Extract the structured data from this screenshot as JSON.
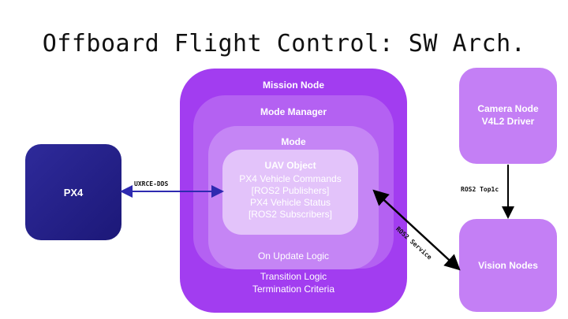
{
  "title": "Offboard Flight Control: SW Arch.",
  "nodes": {
    "px4": "PX4",
    "mission_node": "Mission Node",
    "mode_manager": "Mode Manager",
    "mode": "Mode",
    "uav_object": {
      "title": "UAV Object",
      "lines": [
        "PX4 Vehicle Commands",
        "[ROS2 Publishers]",
        "PX4 Vehicle Status",
        "[ROS2 Subscribers]"
      ]
    },
    "on_update_logic": "On Update Logic",
    "transition_logic": "Transition Logic",
    "termination_criteria": "Termination Criteria",
    "camera_node": [
      "Camera Node",
      "V4L2 Driver"
    ],
    "vision_nodes": "Vision Nodes"
  },
  "connections": {
    "uxrce_dds": "UXRCE-DDS",
    "ros2_topic": "ROS2 Top1c",
    "ros2_service": "ROS2 Service"
  },
  "colors": {
    "px4": "#1c1878",
    "mission_node": "#a23df0",
    "mode_manager": "#b461f2",
    "mode": "#c585f5",
    "uav_object": "#e3c3fa",
    "side_nodes": "#c47ff5",
    "dds_arrow": "#2e2ab0"
  }
}
